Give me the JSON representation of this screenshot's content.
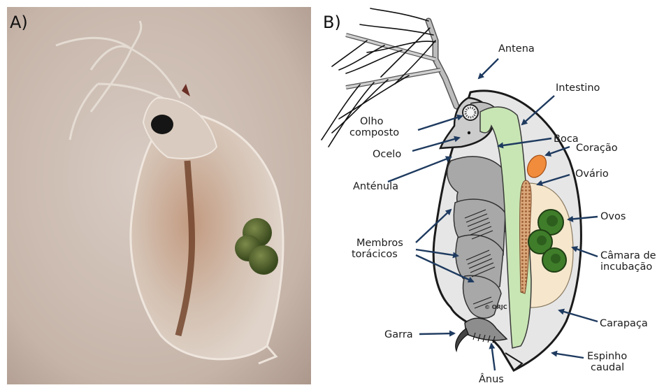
{
  "panels": {
    "a": "A)",
    "b": "B)"
  },
  "labels": {
    "antena": "Antena",
    "intestino": "Intestino",
    "olho_line1": "Olho",
    "olho_line2": "composto",
    "boca": "Boca",
    "ocelo": "Ocelo",
    "coracao": "Coração",
    "antenula": "Anténula",
    "ovario": "Ovário",
    "ovos": "Ovos",
    "membros_line1": "Membros",
    "membros_line2": "torácicos",
    "camara_line1": "Câmara de",
    "camara_line2": "incubação",
    "carapaca": "Carapaça",
    "garra": "Garra",
    "anus": "Ânus",
    "espinho_line1": "Espinho",
    "espinho_line2": "caudal"
  },
  "copyright": "© ORJC",
  "colors": {
    "photo_bg": "#c9b8ae",
    "carapace_fill": "#e6e6e6",
    "gut_fill": "#c8e6b4",
    "limb_fill": "#a8a8a8",
    "chamber_fill": "#f5e6cc",
    "egg_fill": "#3f7d2a",
    "heart_fill": "#f08c3c",
    "ovary_fill": "#d9a77a",
    "arrow": "#1e3a5f"
  }
}
